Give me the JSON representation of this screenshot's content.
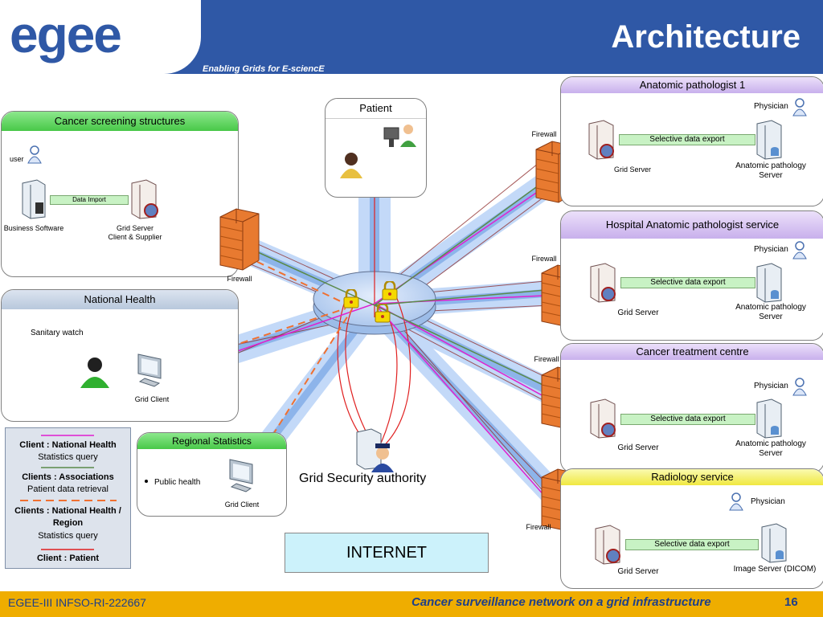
{
  "header": {
    "logo_text": "egee",
    "tagline": "Enabling Grids for E-sciencE",
    "title": "Architecture"
  },
  "footer": {
    "left": "EGEE-III INFSO-RI-222667",
    "center": "Cancer surveillance network on a grid infrastructure",
    "page": "16"
  },
  "patient": {
    "title": "Patient"
  },
  "screening": {
    "title": "Cancer screening structures",
    "user": "user",
    "data_import": "Data Import",
    "business_software": "Business Software",
    "grid_server": "Grid Server",
    "grid_server_sub": "Client & Supplier"
  },
  "national_health": {
    "title": "National Health",
    "sanitary": "Sanitary watch",
    "grid_client": "Grid Client"
  },
  "regional": {
    "title": "Regional Statistics",
    "bullet": "Public health",
    "grid_client": "Grid Client"
  },
  "firewall": "Firewall",
  "center": {
    "gsa": "Grid Security authority",
    "internet": "INTERNET"
  },
  "right_panels": [
    {
      "title": "Anatomic pathologist 1",
      "physician": "Physician",
      "export": "Selective data export",
      "grid_server": "Grid Server",
      "server_a": "Anatomic pathology",
      "server_b": "Server"
    },
    {
      "title": "Hospital Anatomic pathologist service",
      "physician": "Physician",
      "export": "Selective data export",
      "grid_server": "Grid Server",
      "server_a": "Anatomic pathology",
      "server_b": "Server"
    },
    {
      "title": "Cancer treatment centre",
      "physician": "Physician",
      "export": "Selective data export",
      "grid_server": "Grid Server",
      "server_a": "Anatomic pathology",
      "server_b": "Server"
    },
    {
      "title": "Radiology service",
      "physician": "Physician",
      "export": "Selective data export",
      "grid_server": "Grid Server",
      "server_a": "Image Server (DICOM)"
    }
  ],
  "legend": {
    "l1": "Client : National Health",
    "l2": "Statistics query",
    "l3": "Clients : Associations",
    "l4": "Patient data retrieval",
    "l5": "Clients : National Health /",
    "l6": "Region",
    "l7": "Statistics query",
    "l8": "Client : Patient"
  },
  "colors": {
    "brand_blue": "#2f58a6",
    "footer_gold": "#efad00",
    "green_head": "#5fd45f",
    "purple_head": "#d8c4f0",
    "blue_head": "#c4d0e4",
    "yellow_head": "#f4f070",
    "magenta": "#e020d0",
    "olive_green": "#5a8a4a",
    "orange_dash": "#f07030",
    "red": "#e02020"
  }
}
